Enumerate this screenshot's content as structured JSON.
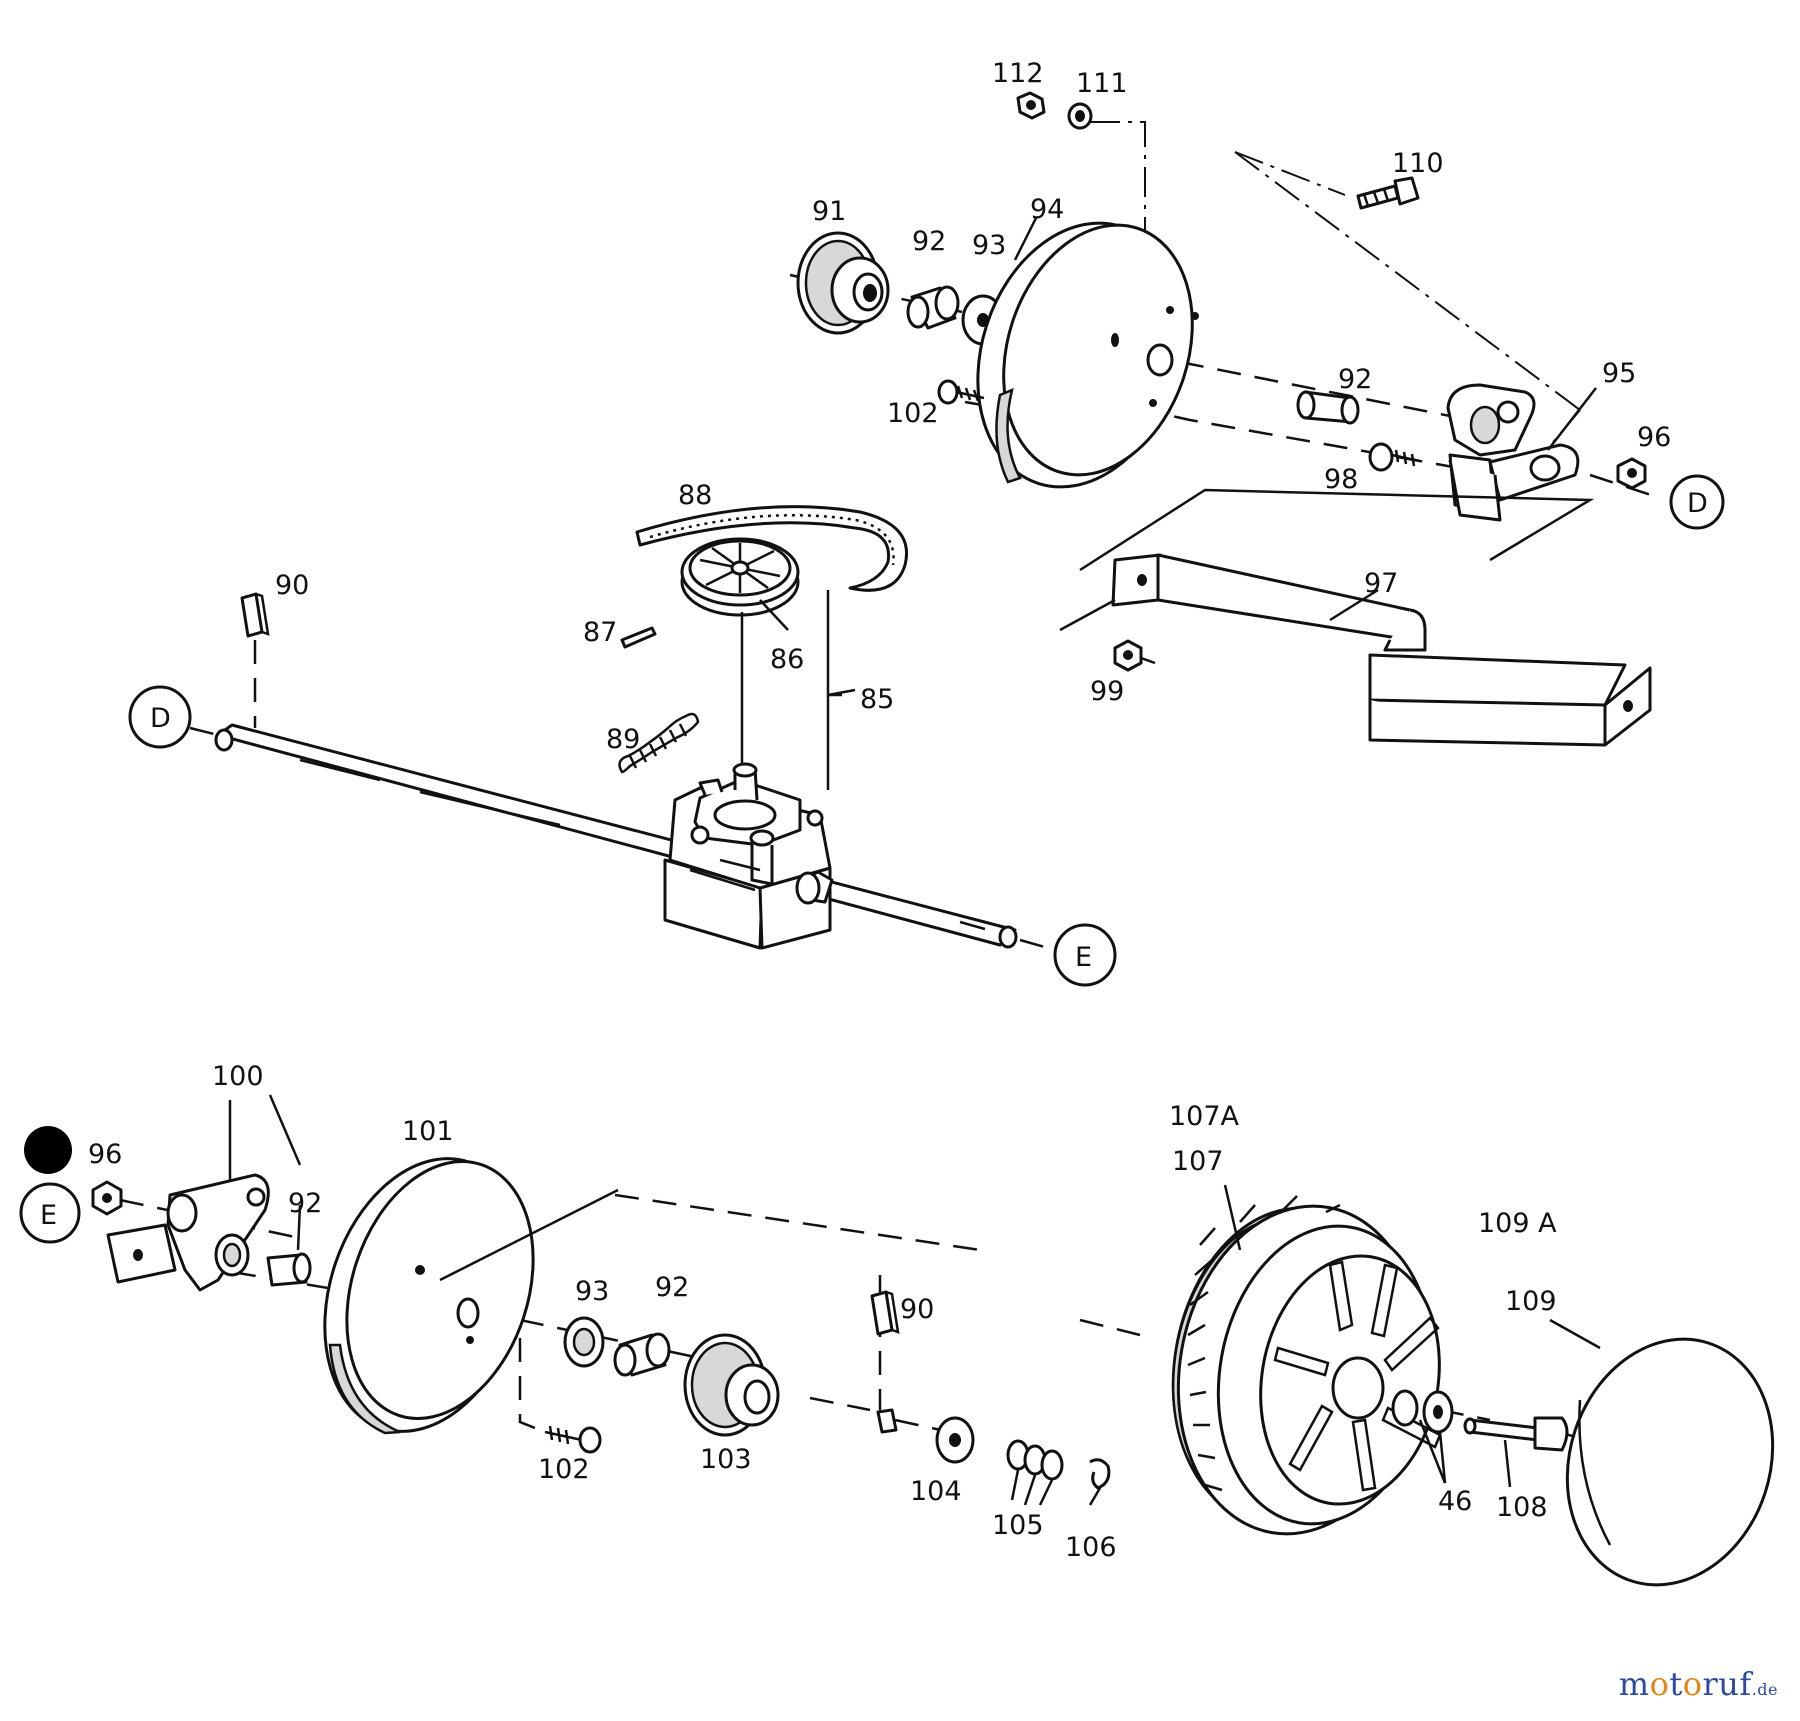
{
  "labels": {
    "p112": "112",
    "p111": "111",
    "p110": "110",
    "p91": "91",
    "p92a": "92",
    "p93a": "93",
    "p94": "94",
    "p92b": "92",
    "p95": "95",
    "p96a": "96",
    "p98": "98",
    "p102a": "102",
    "pDa": "D",
    "p88": "88",
    "p90a": "90",
    "p87": "87",
    "p86": "86",
    "p85": "85",
    "p97": "97",
    "p99": "99",
    "pDb": "D",
    "p89": "89",
    "pEa": "E",
    "p100": "100",
    "p96b": "96",
    "pEb": "E",
    "p92c": "92",
    "p101": "101",
    "p107A": "107A",
    "p107": "107",
    "p109A": "109 A",
    "p109": "109",
    "p93b": "93",
    "p92d": "92",
    "p90b": "90",
    "p102b": "102",
    "p103": "103",
    "p104": "104",
    "p105": "105",
    "p106": "106",
    "p46": "46",
    "p108": "108"
  },
  "watermark": {
    "brand_main": "motoruf",
    "brand_tld": ".de",
    "colors": {
      "blue": "#2c4aa0",
      "orange": "#e0891a"
    }
  }
}
